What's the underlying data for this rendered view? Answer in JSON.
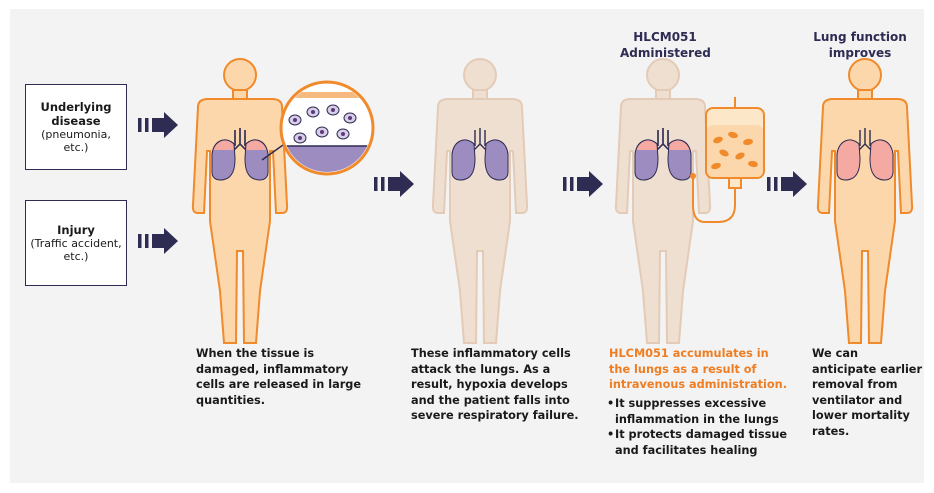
{
  "causes": [
    {
      "title": "Underlying disease",
      "subtitle": "(pneumonia, etc.)"
    },
    {
      "title": "Injury",
      "subtitle": "(Traffic accident, etc.)"
    }
  ],
  "headings": {
    "administered": "HLCM051 Administered",
    "improves": "Lung function improves"
  },
  "captions": {
    "stage1": "When the tissue is damaged, inflammatory cells are released in large quantities.",
    "stage2": "These inflammatory cells attack the lungs. As a result, hypoxia develops and the patient falls into severe respiratory failure.",
    "stage3_highlight": "HLCM051 accumulates in the lungs as a result of intravenous administration.",
    "stage3_bullets": [
      "It suppresses excessive inflammation in the lungs",
      "It protects damaged tissue and facilitates healing"
    ],
    "stage4": "We can anticipate earlier removal from ventilator and lower mortality rates."
  },
  "colors": {
    "navy": "#2e2c52",
    "orange": "#ef7d22",
    "body_orange": "#fcd7ac",
    "body_beige": "#efdfd0",
    "lung_pink": "#f4a9a2",
    "lung_purple": "#9d8cc0"
  }
}
